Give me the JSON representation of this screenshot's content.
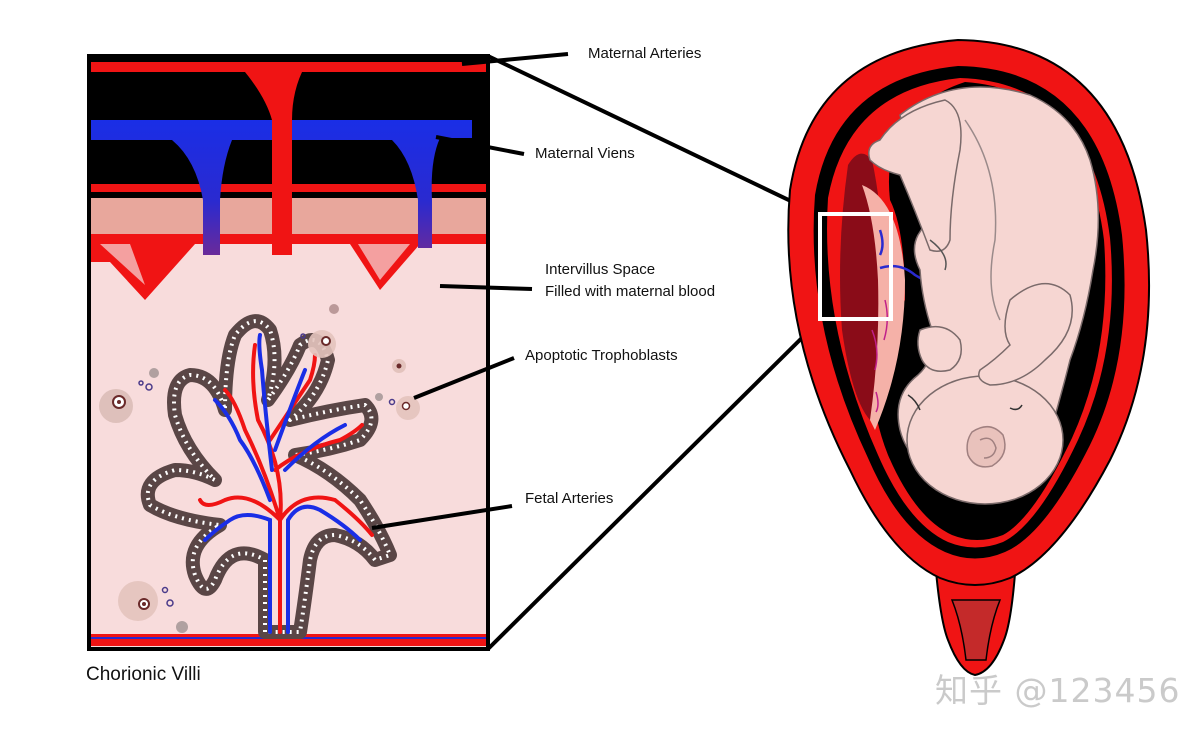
{
  "labels": {
    "maternal_arteries": "Maternal Arteries",
    "maternal_veins": "Maternal Viens",
    "intervillus_line1": "Intervillus Space",
    "intervillus_line2": "Filled with maternal blood",
    "apoptotic": "Apoptotic Trophoblasts",
    "fetal_arteries": "Fetal Arteries"
  },
  "caption": "Chorionic Villi",
  "watermark": "知乎 @123456",
  "colors": {
    "artery_red": "#f01414",
    "vein_blue": "#1a2ee6",
    "background_tissue": "#f8dcdc",
    "decidua_pink": "#e8a79c",
    "villus_border": "#5a4646",
    "skin": "#f6d6d2"
  }
}
